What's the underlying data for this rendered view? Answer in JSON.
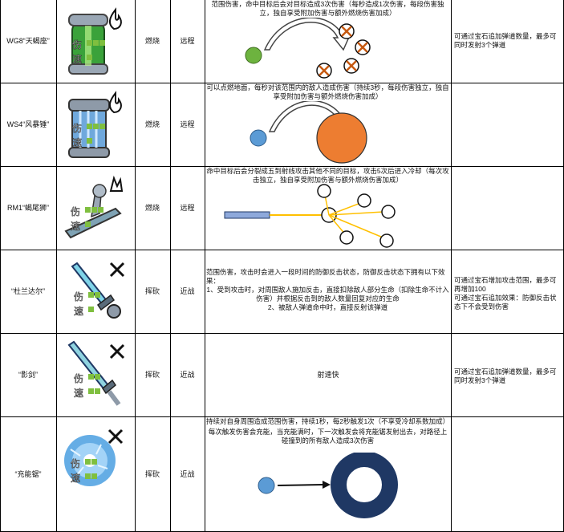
{
  "rows": [
    {
      "name": "WG8“天蝎座”",
      "damage_type": "燃烧",
      "range": "远程",
      "icon_badge": "flame-icon",
      "icon_tag": "伤速",
      "description": "范围伤害，命中目标后会对目标造成3次伤害（每秒造成1次伤害，每段伤害独立，独自享受附加伤害与额外燃烧伤害加成）",
      "note": "可通过宝石追加弹道数量，最多可同时发射3个弹道"
    },
    {
      "name": "WS4“风暴锤”",
      "damage_type": "燃烧",
      "range": "远程",
      "icon_badge": "flame-icon",
      "icon_tag": "伤速",
      "description": "可以点燃地面，每秒对该范围内的敌人造成伤害（持续3秒，每段伤害独立，独自享受附加伤害与额外燃烧伤害加成）",
      "note": ""
    },
    {
      "name": "RM1“蝎尾狮”",
      "damage_type": "燃烧",
      "range": "远程",
      "icon_badge": "flame-icon",
      "icon_tag": "伤速",
      "description": "命中目标后会分裂成五到射线攻击其他不同的目标，攻击5次后进入冷却（每次攻击独立，独自享受附加伤害与额外燃烧伤害加成）",
      "note": ""
    },
    {
      "name": "“杜兰达尔”",
      "damage_type": "挥砍",
      "range": "近战",
      "icon_badge": "crossed-swords-icon",
      "icon_tag": "伤速",
      "description_lines": [
        "范围伤害，攻击时会进入一段时间的防御反击状态，防御反击状态下拥有以下效果：",
        "1、受到攻击时，对周围敌人施加反击，直接扣除敌人部分生命（扣除生命不计入伤害）并根据反击到的敌人数量回复对应的生命",
        "2、被敌人弹道命中时，直接反射该弹道"
      ],
      "note": "可通过宝石增加攻击范围，最多可再增加100\n可通过宝石追加效果：防御反击状态下不会受到伤害"
    },
    {
      "name": "“影剑”",
      "damage_type": "挥砍",
      "range": "近战",
      "icon_badge": "crossed-swords-icon",
      "icon_tag": "伤速",
      "description": "射速快",
      "note": "可通过宝石追加弹道数量，最多可同时发射3个弹道"
    },
    {
      "name": "“充能锯”",
      "damage_type": "挥砍",
      "range": "近战",
      "icon_badge": "crossed-swords-icon",
      "icon_tag": "伤速",
      "description_lines": [
        "持续对自身周围造成范围伤害，持续1秒，每2秒触发1次（不享受冷却系数加成）",
        "每次触发伤害会充能，当充能满时，下一次触发会将充能锯发射出去，对路径上碰撞到的所有敌人造成3次伤害"
      ],
      "note": ""
    }
  ],
  "colors": {
    "green_projectile": "#6db33f",
    "blue_projectile": "#5b9bd5",
    "orange_area": "#ed7d31",
    "ring": "#1f3864",
    "beam": "#ffc000",
    "target_x": "#c65911"
  }
}
